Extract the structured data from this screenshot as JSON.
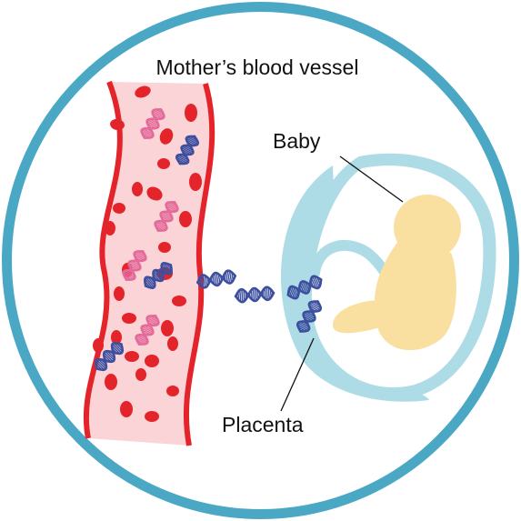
{
  "labels": {
    "vessel": "Mother’s blood vessel",
    "baby": "Baby",
    "placenta": "Placenta"
  },
  "colors": {
    "ring": "#4aa8c4",
    "vessel_wall": "#e3242b",
    "vessel_fill": "#fad4d6",
    "blood_cell": "#e3242b",
    "dna_maternal": "#e46a9a",
    "dna_fetal": "#3d4f9f",
    "placenta_fill": "#aedce6",
    "sac_fill": "#ffffff",
    "sac_edge": "#aedce6",
    "baby": "#f9dfa0",
    "leader_line": "#111111"
  },
  "icons": {
    "blood_cell": "red-blood-cell-icon",
    "maternal_dna": "dna-helix-icon",
    "fetal_dna": "dna-helix-icon"
  }
}
